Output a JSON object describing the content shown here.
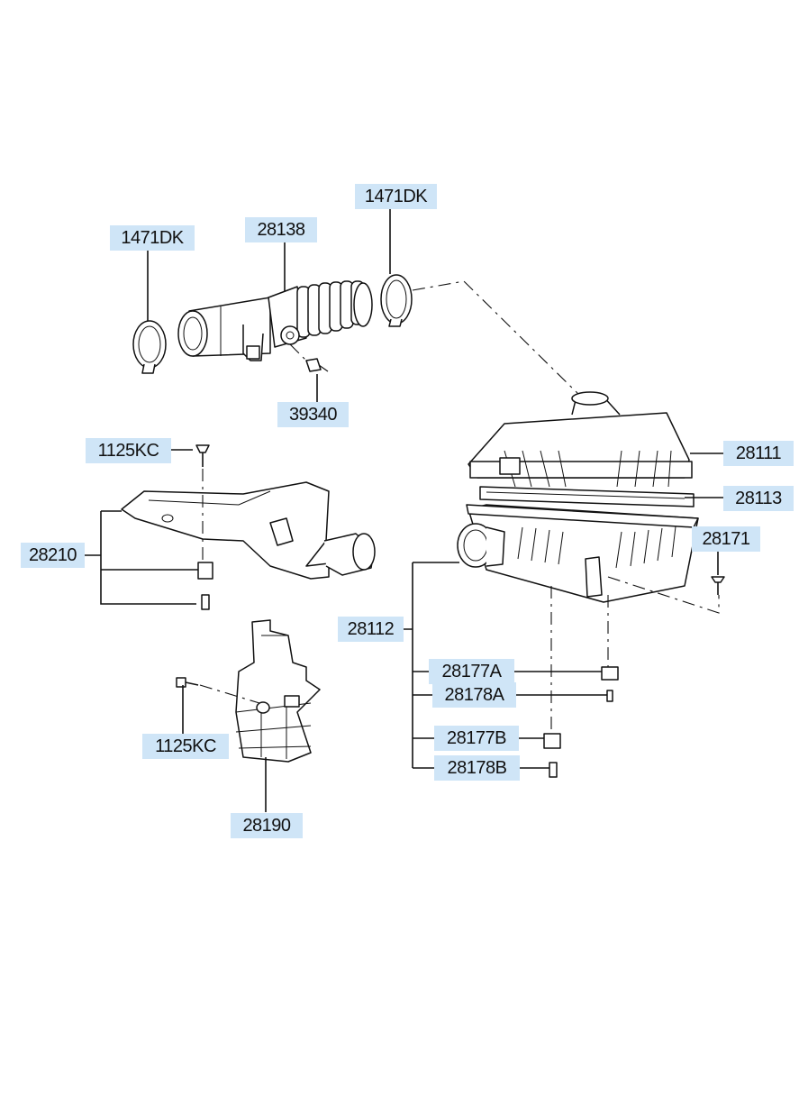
{
  "labels": {
    "clamp_left": "1471DK",
    "hose": "28138",
    "clamp_right": "1471DK",
    "sensor": "39340",
    "bolt_top": "1125KC",
    "duct": "28210",
    "bolt_bottom": "1125KC",
    "resonator": "28190",
    "cover": "28111",
    "element": "28113",
    "bolt_right": "28171",
    "body": "28112",
    "grommet_a": "28177A",
    "pin_a": "28178A",
    "grommet_b": "28177B",
    "pin_b": "28178B"
  },
  "colors": {
    "label_bg": "#cfe5f7",
    "line": "#111111",
    "background": "#ffffff"
  }
}
